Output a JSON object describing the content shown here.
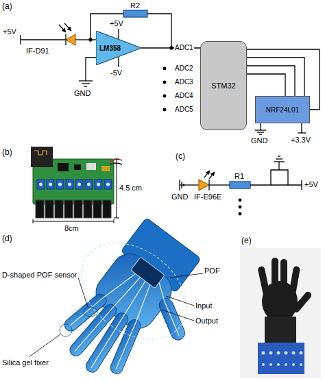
{
  "diagram": {
    "nodes": [
      {
        "text": [
          "LM358"
        ]
      },
      {
        "text": [
          "STM32"
        ]
      },
      {
        "text": [
          "NRF24L01"
        ]
      }
    ],
    "edges": [
      {
        "from": 0,
        "to": 1,
        "arrow": "none"
      },
      {
        "from": 1,
        "to": 2,
        "arrow": "none"
      }
    ],
    "labels": [
      "(a)",
      "R2",
      "+5V",
      "IF-D91",
      "+5V",
      "-5V",
      "GND",
      "ADC1",
      "ADC2",
      "ADC3",
      "ADC4",
      "ADC5",
      "GND",
      "+3.3V",
      "(b)",
      "4.5 cm",
      "8cm",
      "(c)",
      "GND",
      "IF-E96E",
      "R1",
      "+5V",
      "(d)",
      "D-shaped POF sensor",
      "POF",
      "Input",
      "Output",
      "Silica gel fixer",
      "(e)"
    ]
  }
}
